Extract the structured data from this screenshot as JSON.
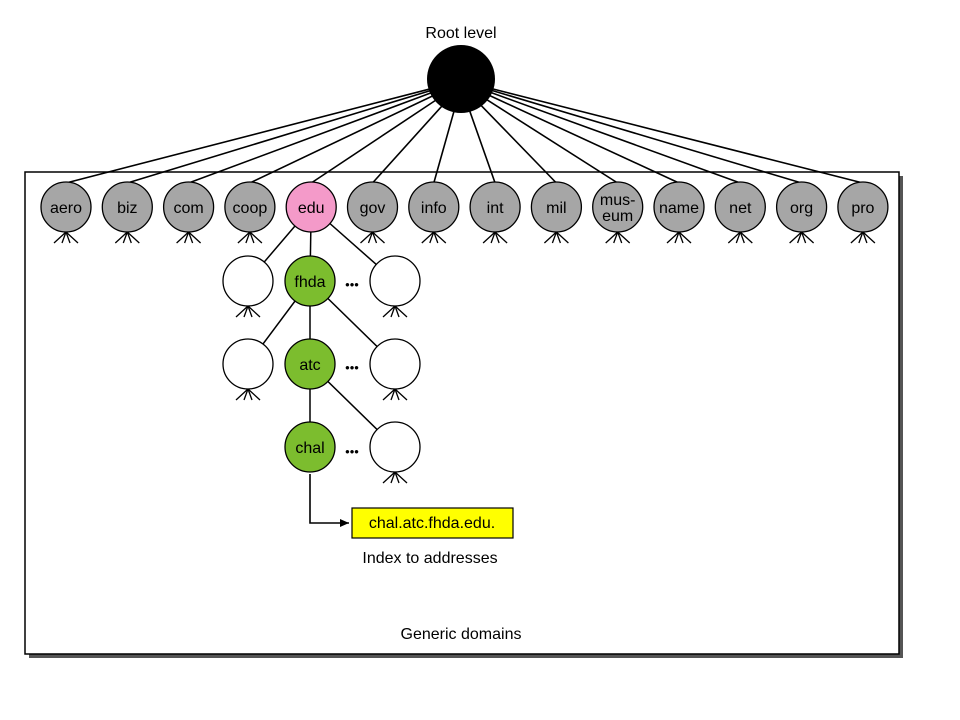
{
  "root": {
    "label": "Root level",
    "color": "#000000"
  },
  "domains": [
    {
      "id": "aero",
      "lines": [
        "aero"
      ],
      "color": "#a6a6a6"
    },
    {
      "id": "biz",
      "lines": [
        "biz"
      ],
      "color": "#a6a6a6"
    },
    {
      "id": "com",
      "lines": [
        "com"
      ],
      "color": "#a6a6a6"
    },
    {
      "id": "coop",
      "lines": [
        "coop"
      ],
      "color": "#a6a6a6"
    },
    {
      "id": "edu",
      "lines": [
        "edu"
      ],
      "color": "#f49ac9"
    },
    {
      "id": "gov",
      "lines": [
        "gov"
      ],
      "color": "#a6a6a6"
    },
    {
      "id": "info",
      "lines": [
        "info"
      ],
      "color": "#a6a6a6"
    },
    {
      "id": "int",
      "lines": [
        "int"
      ],
      "color": "#a6a6a6"
    },
    {
      "id": "mil",
      "lines": [
        "mil"
      ],
      "color": "#a6a6a6"
    },
    {
      "id": "museum",
      "lines": [
        "mus-",
        "eum"
      ],
      "color": "#a6a6a6"
    },
    {
      "id": "name",
      "lines": [
        "name"
      ],
      "color": "#a6a6a6"
    },
    {
      "id": "net",
      "lines": [
        "net"
      ],
      "color": "#a6a6a6"
    },
    {
      "id": "org",
      "lines": [
        "org"
      ],
      "color": "#a6a6a6"
    },
    {
      "id": "pro",
      "lines": [
        "pro"
      ],
      "color": "#a6a6a6"
    }
  ],
  "path_nodes": [
    {
      "id": "fhda",
      "label": "fhda",
      "color": "#7cbd2e"
    },
    {
      "id": "atc",
      "label": "atc",
      "color": "#7cbd2e"
    },
    {
      "id": "chal",
      "label": "chal",
      "color": "#7cbd2e"
    }
  ],
  "ellipsis": "•••",
  "address_box": {
    "text": "chal.atc.fhda.edu.",
    "color": "#ffff00"
  },
  "index_label": "Index to addresses",
  "panel_label": "Generic domains"
}
